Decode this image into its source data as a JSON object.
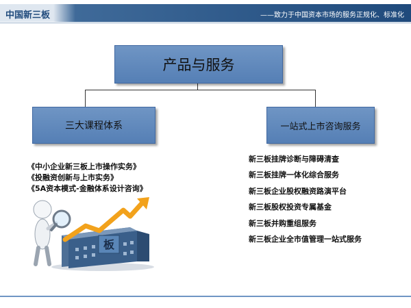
{
  "header": {
    "brand": "中国新三板",
    "slogan": "——致力于中国资本市场的服务正规化、标准化"
  },
  "diagram": {
    "root": "产品与服务",
    "left_branch": {
      "title": "三大课程体系",
      "items": [
        "《中小企业新三板上市操作实务》",
        "《投融资创新与上市实务》",
        "《5A资本模式-金融体系设计咨询》"
      ]
    },
    "right_branch": {
      "title": "一站式上市咨询服务",
      "items": [
        "新三板挂牌诊断与障碍清查",
        "新三板挂牌一体化综合服务",
        "新三板企业股权融资路演平台",
        "新三板股权投资专属基金",
        "新三板并购重组服务",
        "新三板企业全市值管理一站式服务"
      ]
    }
  },
  "illustration": {
    "sign_text": "板"
  },
  "colors": {
    "header_dark": "#1f4a7c",
    "box_fill": "#6f95c4",
    "arrow": "#f2a21c"
  }
}
